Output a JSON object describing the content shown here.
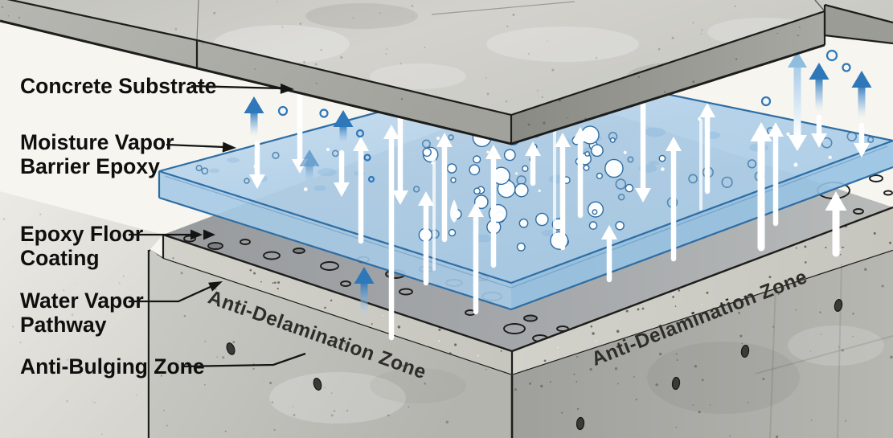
{
  "callouts": [
    {
      "id": "concrete-substrate",
      "lines": [
        "Concrete Substrate"
      ]
    },
    {
      "id": "moisture-vapor-barrier-epoxy",
      "lines": [
        "Moisture Vapor",
        "Barrier Epoxy"
      ]
    },
    {
      "id": "epoxy-floor-coating",
      "lines": [
        "Epoxy Floor",
        "Coating"
      ]
    },
    {
      "id": "water-vapor-pathway",
      "lines": [
        "Water Vapor",
        "Pathway"
      ]
    },
    {
      "id": "anti-bulging-zone",
      "lines": [
        "Anti-Bulging Zone"
      ]
    }
  ],
  "zone_labels": {
    "left": "Anti-Delamination Zone",
    "right": "Anti-Delamination Zone"
  },
  "colors": {
    "background": "#f6f5f0",
    "background_shade": "#ddd9d2",
    "concrete_surface": "#cdcdc8",
    "concrete_face_left": "#b2b2ad",
    "concrete_face_right": "#8f8f8a",
    "coating_gray": "#a2a5a7",
    "band_speckle": "#ccccc5",
    "block_left": "#c6c6c1",
    "block_right": "#a8a8a4",
    "epoxy_blue_top": "#b5d2e8",
    "epoxy_blue_face": "#9cc5e4",
    "epoxy_blue_outline": "#2e6da4",
    "arrow_blue": "#2e77b8",
    "arrow_blue_light": "#8ebddf",
    "arrow_white": "#ffffff",
    "outline_dark": "#1d1d1b",
    "label_text": "#0f0f0e",
    "zone_text": "#2e2d2a"
  }
}
